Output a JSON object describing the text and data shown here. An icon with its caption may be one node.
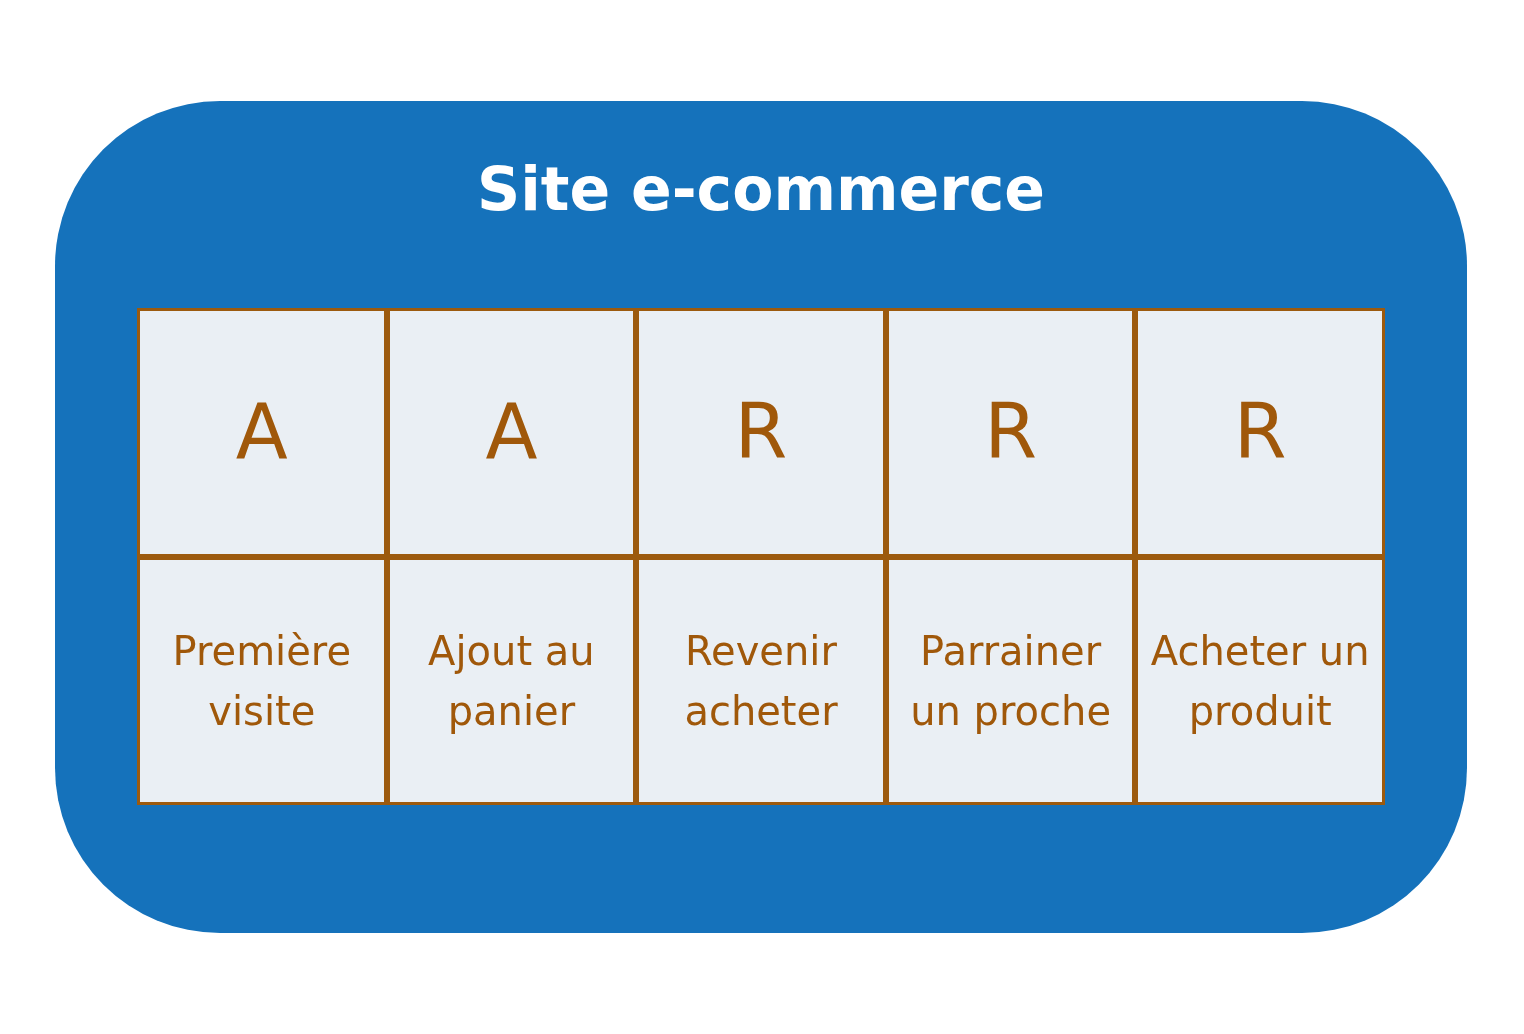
{
  "diagram": {
    "nodes": [
      {
        "text": [
          "Site e-commerce"
        ]
      },
      {
        "text": [
          "A"
        ],
        "in": 0
      },
      {
        "text": [
          "A"
        ],
        "in": 0
      },
      {
        "text": [
          "R"
        ],
        "in": 0
      },
      {
        "text": [
          "R"
        ],
        "in": 0
      },
      {
        "text": [
          "R"
        ],
        "in": 0
      },
      {
        "text": [
          "Première visite"
        ],
        "in": 0
      },
      {
        "text": [
          "Ajout au panier"
        ],
        "in": 0
      },
      {
        "text": [
          "Revenir acheter"
        ],
        "in": 0
      },
      {
        "text": [
          "Parrainer un proche"
        ],
        "in": 0
      },
      {
        "text": [
          "Acheter un produit"
        ],
        "in": 0
      }
    ]
  }
}
